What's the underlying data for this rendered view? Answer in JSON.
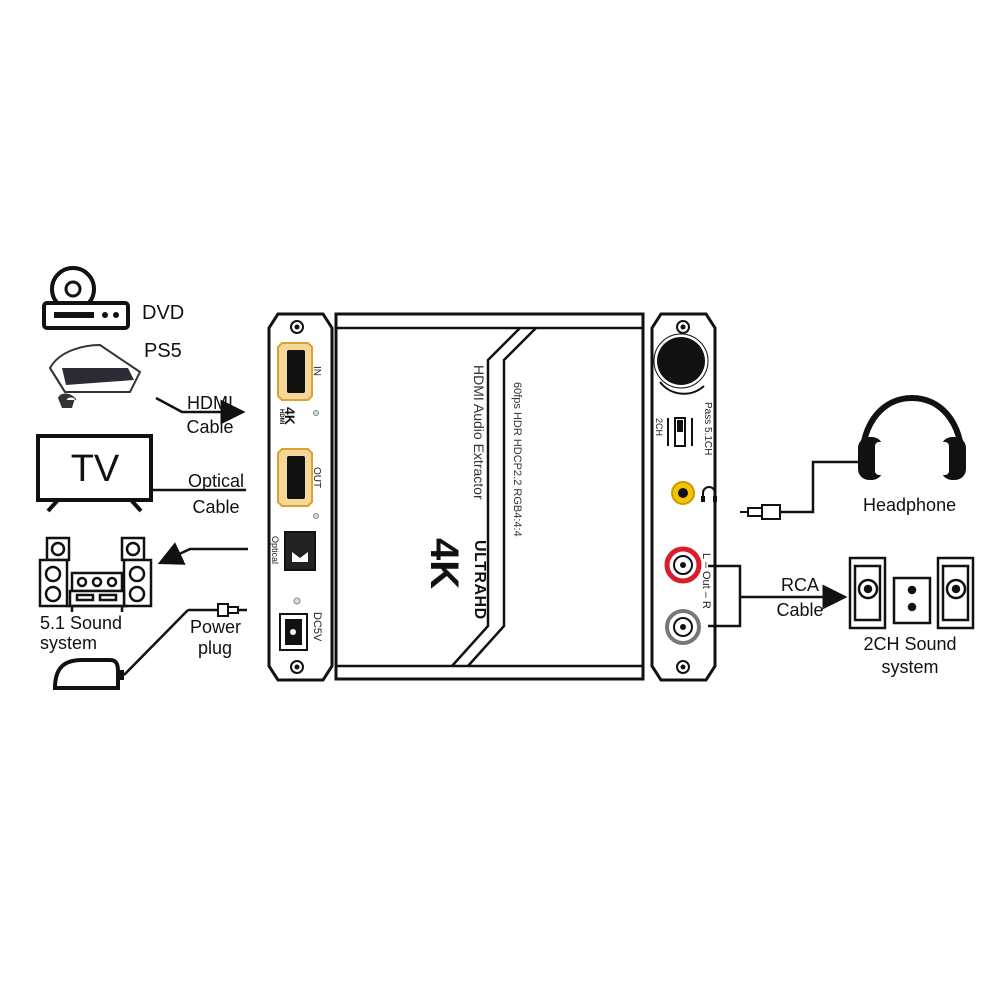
{
  "sources": {
    "dvd": "DVD",
    "ps5": "PS5",
    "tv_screen": "TV",
    "hdmi_cable": [
      "HDMI",
      "Cable"
    ],
    "optical_cable": [
      "Optical",
      "Cable"
    ],
    "sound_51": [
      "5.1 Sound",
      "system"
    ],
    "power_plug": [
      "Power",
      "plug"
    ]
  },
  "device_left_panel": {
    "hdmi_in": "IN",
    "hdmi_out": "OUT",
    "logo_4k": "4K",
    "logo_hdmi": "HDMI",
    "optical": "Optical",
    "dc": "DC5V"
  },
  "device_top": {
    "logo_4k": "4K",
    "logo_ultrahd": "ULTRAHD",
    "product_name": "HDMI Audio Extractor",
    "spec_line": "60fps HDR HDCP2.2 RGB4:4:4"
  },
  "device_right_panel": {
    "switch_left": "2CH",
    "switch_right": "Pass 5.1CH",
    "rca_out": "L – Out – R"
  },
  "outputs": {
    "headphone": "Headphone",
    "rca_cable": [
      "RCA",
      "Cable"
    ],
    "sound_2ch": [
      "2CH Sound",
      "system"
    ]
  },
  "colors": {
    "line": "#111111",
    "device_body": "#ffffff",
    "hdmi_port_border": "#e0a030",
    "rca_red": "#d81e2a",
    "rca_yellow": "#f3c400"
  },
  "icons": [
    "dvd-player-icon",
    "ps5-console-icon",
    "tv-icon",
    "speaker-system-icon",
    "power-adapter-icon",
    "headphone-icon",
    "stereo-speaker-icon"
  ]
}
